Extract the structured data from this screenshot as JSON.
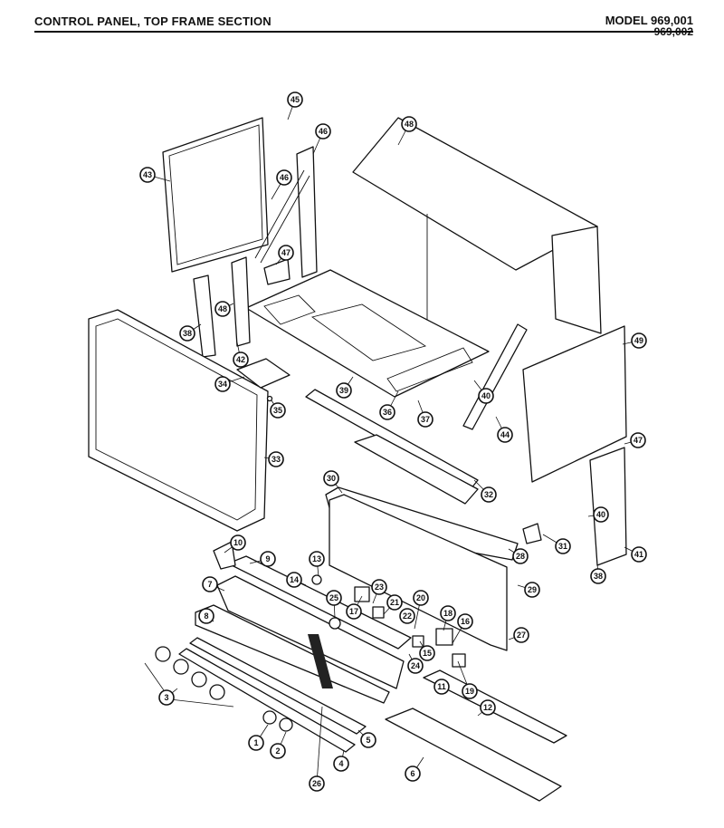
{
  "header": {
    "title": "CONTROL PANEL, TOP FRAME SECTION",
    "model_line1": "MODEL 969,001",
    "model_line2": "969,002"
  },
  "callouts": [
    "45",
    "46",
    "43",
    "48",
    "46",
    "47",
    "48",
    "38",
    "42",
    "49",
    "34",
    "35",
    "39",
    "36",
    "37",
    "40",
    "44",
    "47",
    "33",
    "30",
    "32",
    "31",
    "28",
    "40",
    "41",
    "38",
    "10",
    "9",
    "13",
    "7",
    "14",
    "23",
    "21",
    "22",
    "17",
    "20",
    "25",
    "18",
    "29",
    "16",
    "8",
    "15",
    "27",
    "24",
    "11",
    "19",
    "3",
    "12",
    "1",
    "2",
    "26",
    "5",
    "4",
    "6"
  ]
}
